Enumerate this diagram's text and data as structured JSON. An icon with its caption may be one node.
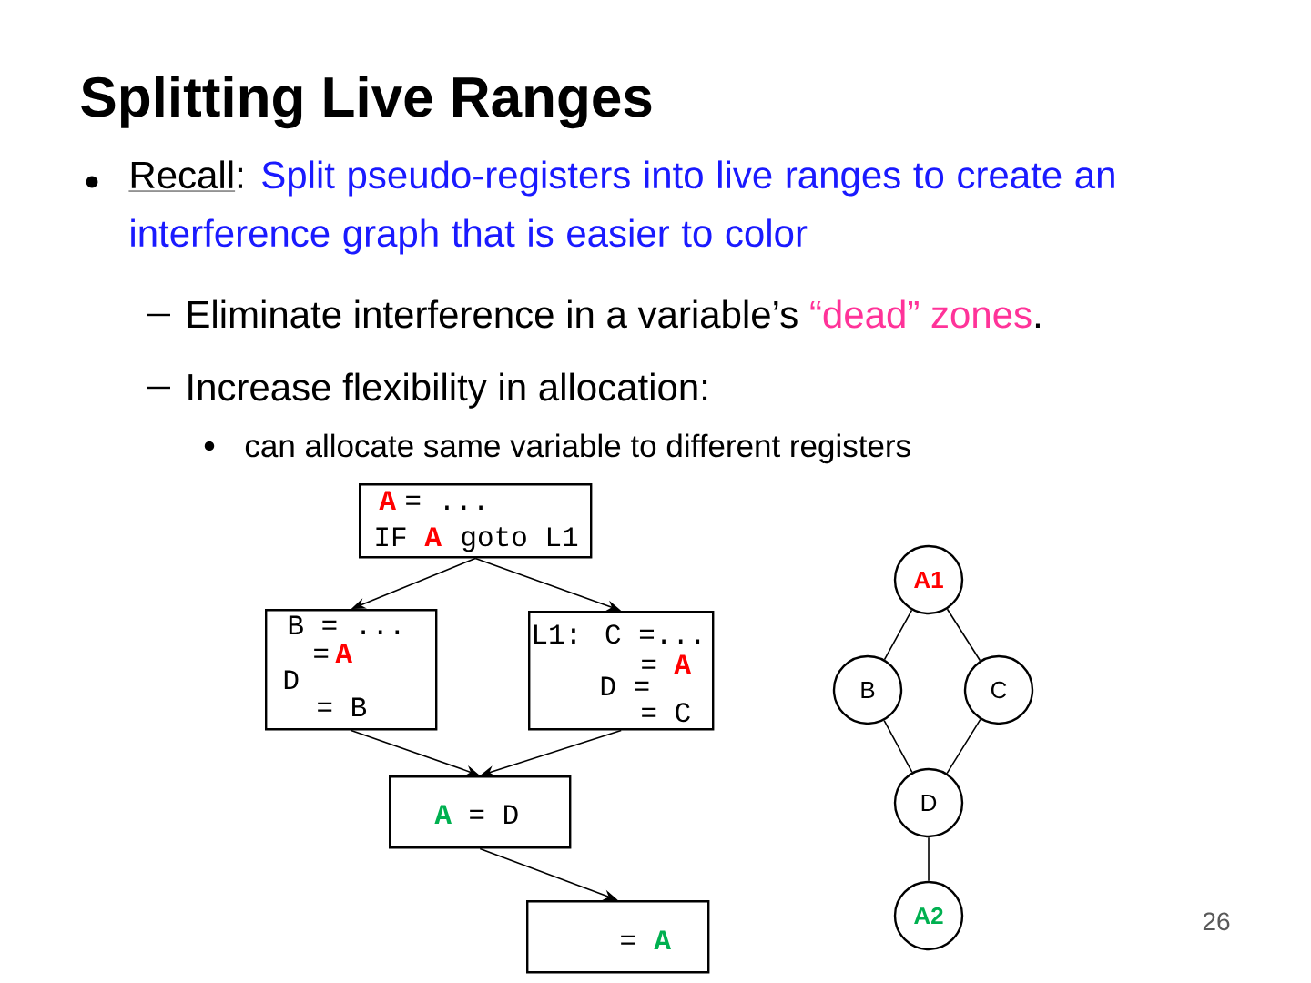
{
  "diagram": {
    "title": "Splitting Live Ranges",
    "nodes": [
      {
        "text": [
          "A",
          "= ...",
          "IF",
          "A",
          "goto L1"
        ]
      },
      {
        "text": [
          "B = ...",
          "=",
          "A",
          "D",
          "= B"
        ]
      },
      {
        "text": [
          "L1: C =...",
          "=",
          "A",
          "D =",
          "= C"
        ]
      },
      {
        "text": [
          "A",
          "= D"
        ]
      },
      {
        "text": [
          "=",
          "A"
        ]
      },
      {
        "text": [
          "A1"
        ]
      },
      {
        "text": [
          "B"
        ]
      },
      {
        "text": [
          "C"
        ]
      },
      {
        "text": [
          "D"
        ]
      },
      {
        "text": [
          "A2"
        ]
      }
    ],
    "edges": [
      {
        "from": 0,
        "to": 1,
        "arrow": "to"
      },
      {
        "from": 0,
        "to": 2,
        "arrow": "to"
      },
      {
        "from": 1,
        "to": 3,
        "arrow": "to"
      },
      {
        "from": 2,
        "to": 3,
        "arrow": "to"
      },
      {
        "from": 3,
        "to": 4,
        "arrow": "to"
      },
      {
        "from": 5,
        "to": 6,
        "arrow": "none"
      },
      {
        "from": 5,
        "to": 7,
        "arrow": "none"
      },
      {
        "from": 6,
        "to": 8,
        "arrow": "none"
      },
      {
        "from": 7,
        "to": 8,
        "arrow": "none"
      },
      {
        "from": 8,
        "to": 9,
        "arrow": "none"
      }
    ],
    "labels": [
      "Recall",
      ":",
      "Split pseudo-registers into live ranges to create an interference graph that is easier to color",
      "Eliminate interference in a variable’s",
      "“dead” zones",
      ".",
      "Increase flexibility in allocation:",
      "can allocate same variable to different registers",
      "26"
    ]
  }
}
